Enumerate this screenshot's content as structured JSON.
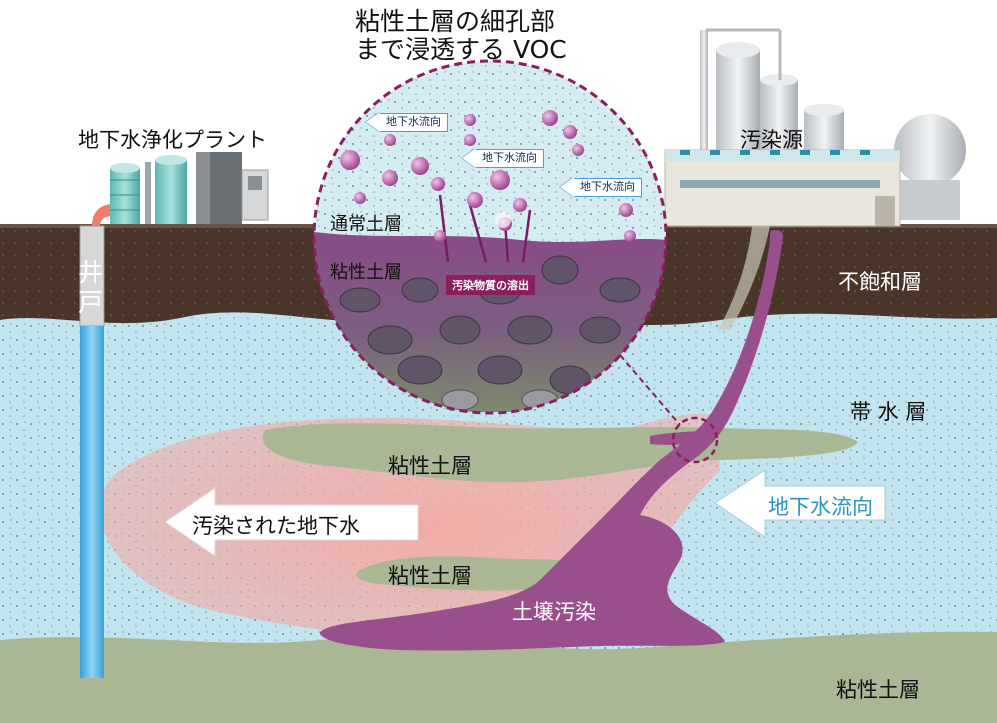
{
  "labels": {
    "title_line1": "粘性土層の細孔部",
    "title_line2": "まで浸透する VOC",
    "plant": "地下水浄化プラント",
    "source": "汚染源",
    "well": "井\n戸",
    "unsaturated": "不飽和層",
    "aquifer": "帯 水 層",
    "clay_upper": "粘性土層",
    "clay_middle": "粘性土層",
    "clay_bottom": "粘性土層",
    "contaminated_gw": "汚染された地下水",
    "gw_flow": "地下水流向",
    "soil_contamination": "土壌汚染",
    "zoom_normal_soil": "通常土層",
    "zoom_clay_soil": "粘性土層",
    "zoom_dissolution": "汚染物質の溶出",
    "zoom_flow_1": "地下水流向",
    "zoom_flow_2": "地下水流向",
    "zoom_flow_3": "地下水流向"
  },
  "colors": {
    "soil": "#4a3629",
    "aquifer": "#bfe3ef",
    "clay": "#a9b795",
    "contamination": "#9a4f8d",
    "plume": "#f2b0a6",
    "well": "#59b5e6",
    "circle_border": "#8b1f5b"
  }
}
